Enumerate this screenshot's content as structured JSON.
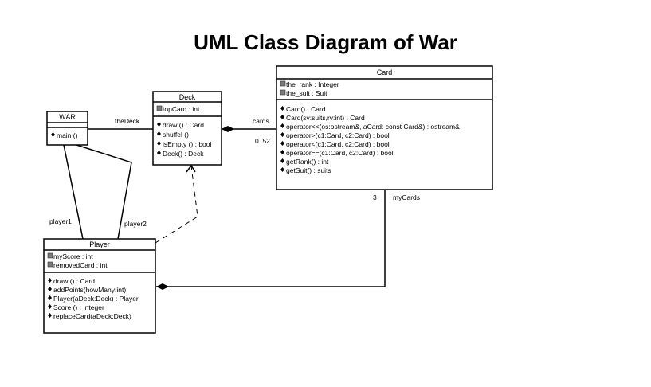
{
  "title": "UML Class Diagram of War",
  "classes": {
    "war": {
      "name": "WAR",
      "attributes": [],
      "operations": [
        "main ()"
      ]
    },
    "deck": {
      "name": "Deck",
      "attributes": [
        "topCard : int"
      ],
      "operations": [
        "draw () : Card",
        "shuffel ()",
        "isEmpty () : bool",
        "Deck() : Deck"
      ]
    },
    "card": {
      "name": "Card",
      "attributes": [
        "the_rank : Integer",
        "the_suit : Suit"
      ],
      "operations": [
        "Card() : Card",
        "Card(sv:suits,rv:int) : Card",
        "operator<<(os:ostream&, aCard: const Card&) : ostream&",
        "operator>(c1:Card, c2:Card) : bool",
        "operator<(c1:Card, c2:Card) : bool",
        "operator==(c1:Card, c2:Card) : bool",
        "getRank() : int",
        "getSuit() : suits"
      ]
    },
    "player": {
      "name": "Player",
      "attributes": [
        "myScore : int",
        "removedCard : int"
      ],
      "operations": [
        "draw () : Card",
        "addPoints(howMany:int)",
        "Player(aDeck:Deck) : Player",
        "Score () : Integer",
        "replaceCard(aDeck:Deck)"
      ]
    }
  },
  "labels": {
    "the_deck": "theDeck",
    "cards": "cards",
    "cards_multiplicity": "0..52",
    "my_cards_multiplicity": "3",
    "my_cards": "myCards",
    "player1": "player1",
    "player2": "player2"
  }
}
